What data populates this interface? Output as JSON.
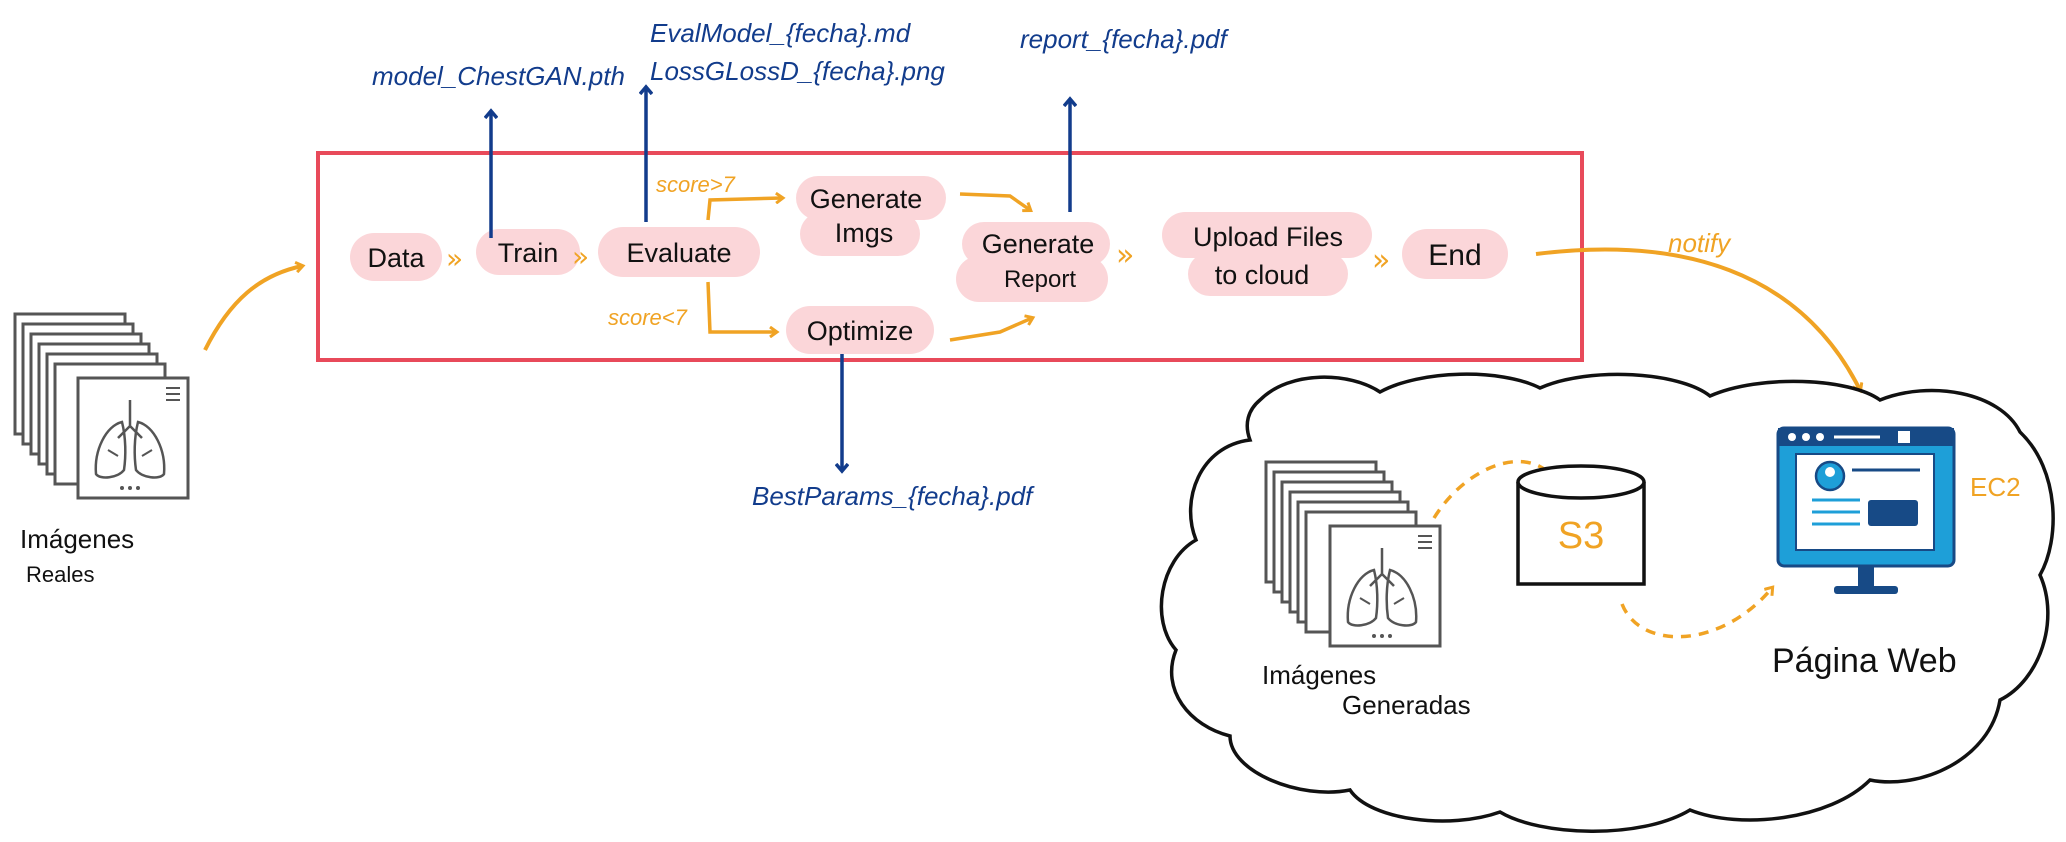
{
  "pipeline": {
    "nodes": {
      "data": "Data",
      "train": "Train",
      "evaluate": "Evaluate",
      "generate_imgs": [
        "Generate",
        "Imgs"
      ],
      "optimize": "Optimize",
      "generate_report": [
        "Generate",
        "Report"
      ],
      "upload": [
        "Upload Files",
        "to cloud"
      ],
      "end": "End"
    },
    "conditions": {
      "high": "score>7",
      "low": "score<7"
    },
    "outputs": {
      "model": "model_ChestGAN.pth",
      "eval_line1": "EvalModel_{fecha}.md",
      "eval_line2": "LossGLossD_{fecha}.png",
      "report": "report_{fecha}.pdf",
      "best_params": "BestParams_{fecha}.pdf"
    }
  },
  "inputs": {
    "real_images": [
      "Imágenes",
      "Reales"
    ]
  },
  "notify": "notify",
  "cloud": {
    "generated_images": [
      "Imágenes",
      "Generadas"
    ],
    "storage": "S3",
    "web_page": "Página Web",
    "server": "EC2"
  },
  "colors": {
    "pipeline_border": "#e84a5a",
    "node_fill": "#fbd6d9",
    "orange": "#f0a324",
    "blue": "#123c8c",
    "web_blue": "#1e9fd8",
    "web_dark": "#174a86"
  }
}
